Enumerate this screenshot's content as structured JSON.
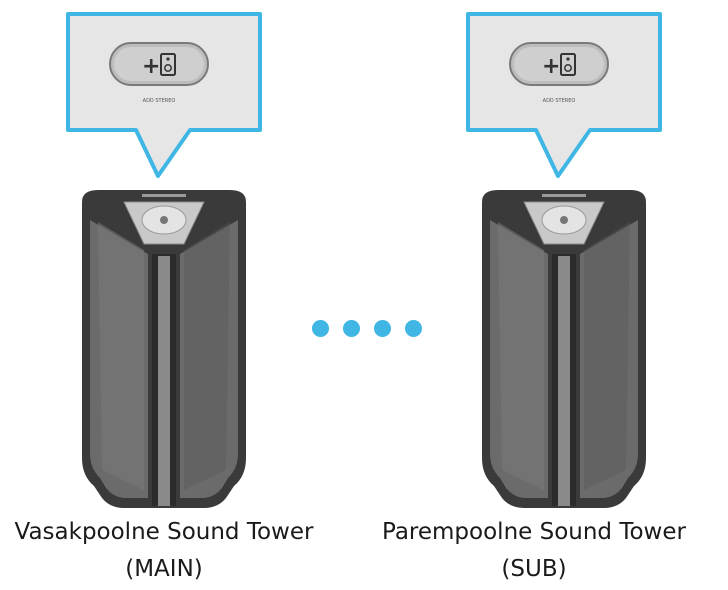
{
  "callout": {
    "button_glyph": "+",
    "button_caption": "ADD STEREO",
    "icon": "speaker-icon"
  },
  "towers": [
    {
      "label": "Vasakpoolne Sound Tower",
      "role": "(MAIN)"
    },
    {
      "label": "Parempoolne Sound Tower",
      "role": "(SUB)"
    }
  ],
  "colors": {
    "accent": "#3fb6e4",
    "callout_bg": "#e6e6e6",
    "speaker_body": "#3a3a3a",
    "speaker_panel": "#6b6b6b"
  }
}
